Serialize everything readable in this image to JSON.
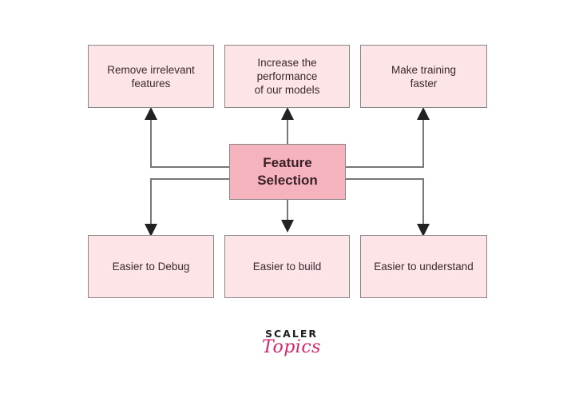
{
  "diagram": {
    "center": {
      "label": "Feature\nSelection"
    },
    "top_boxes": [
      {
        "label": "Remove irrelevant\nfeatures"
      },
      {
        "label": "Increase the\nperformance\nof our models"
      },
      {
        "label": "Make training\nfaster"
      }
    ],
    "bottom_boxes": [
      {
        "label": "Easier to Debug"
      },
      {
        "label": "Easier to build"
      },
      {
        "label": "Easier to understand"
      }
    ],
    "colors": {
      "center_fill": "#f5b3bd",
      "box_fill": "#fde4e6",
      "border": "#8a8688",
      "connector": "#7a7678",
      "logo_accent": "#d6246e"
    }
  },
  "logo": {
    "top": "SCALER",
    "bottom": "Topics"
  }
}
